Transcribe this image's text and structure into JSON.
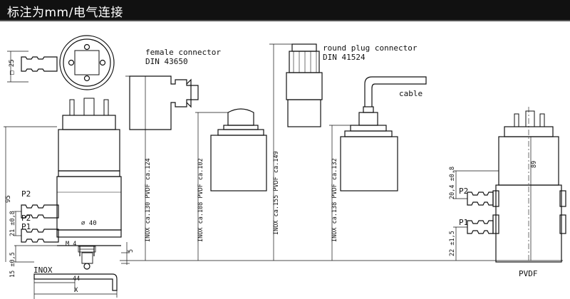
{
  "header": {
    "title": "标注为mm/电气连接"
  },
  "labels": {
    "female_connector": "female connector",
    "female_din": "DIN  43650",
    "round_plug": "round plug connector",
    "round_din": "DIN  41524",
    "cable": "cable",
    "inox": "INOX",
    "pvdf": "PVDF",
    "p2_left": "P2",
    "p1_left": "P1",
    "p2_right": "P2",
    "p1_right": "P1"
  },
  "dimensions": {
    "sq25": "□ 25",
    "d95": "95",
    "d21": "21 ±0,8",
    "d15": "15 ±0,5",
    "d40": "∅ 40",
    "m4": "M 4",
    "d5": "5",
    "d44": "44",
    "dx": "X",
    "inox130": "INOX ca.130  PVDF ca.124",
    "inox108": "INOX ca.108  PVDF ca.102",
    "inox155": "INOX ca.155  PVDF ca.149",
    "inox138": "INOX ca.138  PVDF ca.132",
    "d89": "89",
    "d204": "20,4 ±0,8",
    "d22": "22 ±1,5"
  }
}
